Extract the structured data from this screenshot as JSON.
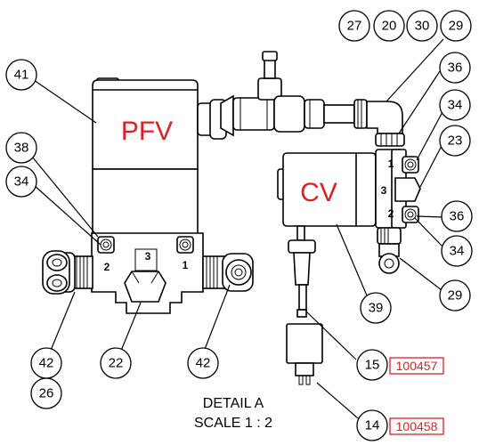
{
  "labels": {
    "pfv": "PFV",
    "cv": "CV"
  },
  "ports": {
    "pfv_port_2": "2",
    "pfv_port_3": "3",
    "pfv_port_1": "1",
    "cv_port_1": "1",
    "cv_port_3": "3",
    "cv_port_2": "2"
  },
  "callouts": {
    "b27": "27",
    "b20": "20",
    "b30": "30",
    "b29_top": "29",
    "b36_top": "36",
    "b34_right_top": "34",
    "b23": "23",
    "b36_bottom": "36",
    "b34_right_bottom": "34",
    "b29_bottom": "29",
    "b41": "41",
    "b38": "38",
    "b34_left": "34",
    "b42_left": "42",
    "b26": "26",
    "b22": "22",
    "b42_right": "42",
    "b39": "39",
    "b15": "15",
    "b14": "14"
  },
  "part_numbers": {
    "pn_15": "100457",
    "pn_14": "100458"
  },
  "detail": {
    "line1": "DETAIL A",
    "line2": "SCALE 1 : 2"
  },
  "colors": {
    "label_red": "#e02020",
    "line": "#000000"
  }
}
